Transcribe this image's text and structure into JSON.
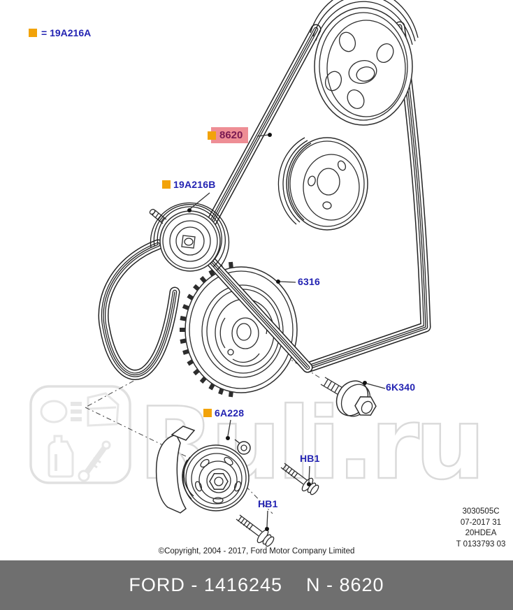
{
  "legend": {
    "text": "= 19A216A"
  },
  "labels": {
    "belt": "8620",
    "idler": "19A216B",
    "crank_pulley": "6316",
    "crank_bolt": "6K340",
    "tensioner": "6A228",
    "bolt1": "HB1",
    "bolt2": "HB1"
  },
  "info_block": {
    "lines": [
      "3030505C",
      "07-2017 31",
      "20HDEA",
      "T 0133793 03"
    ]
  },
  "copyright": "©Copyright, 2004 - 2017, Ford Motor Company Limited",
  "footer": {
    "part": "FORD - 1416245",
    "number": "N - 8620"
  },
  "watermark": {
    "text": "Ruli.ru"
  },
  "colors": {
    "accent_orange": "#f2a30a",
    "highlight_pink": "#ee8e95",
    "highlight_text": "#7a1a52",
    "label_blue": "#2323b2",
    "footer_gray": "#6f6f6f"
  }
}
